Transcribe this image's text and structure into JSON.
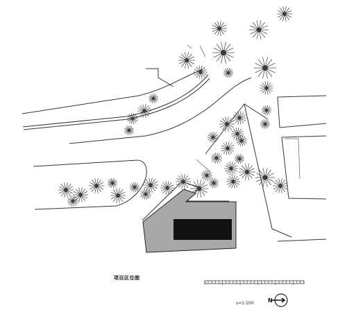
{
  "drawing": {
    "title": "项目区位图",
    "scale_label": "s=1:100",
    "north_label": "N"
  },
  "colors": {
    "line": "#333333",
    "building_fill": "#a8a8a8",
    "building_core": "#111111",
    "tree": "#3a3a3a"
  },
  "icons": {
    "north_arrow": "north-arrow-icon",
    "tree": "tree-symbol-icon"
  }
}
